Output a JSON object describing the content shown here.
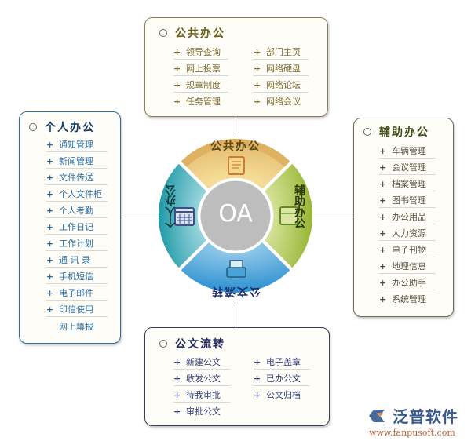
{
  "center": {
    "label": "OA"
  },
  "segments": {
    "top": {
      "label": "公共办公",
      "icon": "document-icon",
      "color": "#e8c47a"
    },
    "right": {
      "label": "辅助办公",
      "icon": "box-icon",
      "color": "#a9c245"
    },
    "bottom": {
      "label": "公文流转",
      "icon": "printer-icon",
      "color": "#3b9fd8"
    },
    "left": {
      "label": "个人办公",
      "icon": "calendar-icon",
      "color": "#2aa6b0"
    }
  },
  "boxes": {
    "public": {
      "title": "公共办公",
      "col1": [
        "领导查询",
        "网上投票",
        "规章制度",
        "任务管理"
      ],
      "col2": [
        "部门主页",
        "网络硬盘",
        "网络论坛",
        "网络会议"
      ]
    },
    "personal": {
      "title": "个人办公",
      "items": [
        "通知管理",
        "新闻管理",
        "文件传送",
        "个人文件柜",
        "个人考勤",
        "工作日记",
        "工作计划",
        "通 讯 录",
        "手机短信",
        "电子邮件",
        "印信使用"
      ],
      "extra": "网上填报"
    },
    "auxiliary": {
      "title": "辅助办公",
      "items": [
        "车辆管理",
        "会议管理",
        "档案管理",
        "图书管理",
        "办公用品",
        "人力资源",
        "电子刊物",
        "地理信息",
        "办公助手",
        "系统管理"
      ]
    },
    "document_flow": {
      "title": "公文流转",
      "col1": [
        "新建公文",
        "收发公文",
        "待我审批",
        "审批公文"
      ],
      "col2": [
        "电子盖章",
        "已办公文",
        "公文归档"
      ]
    }
  },
  "bullet": "+",
  "logo": {
    "name": "泛普软件",
    "url": "www.fanpusoft.com"
  }
}
